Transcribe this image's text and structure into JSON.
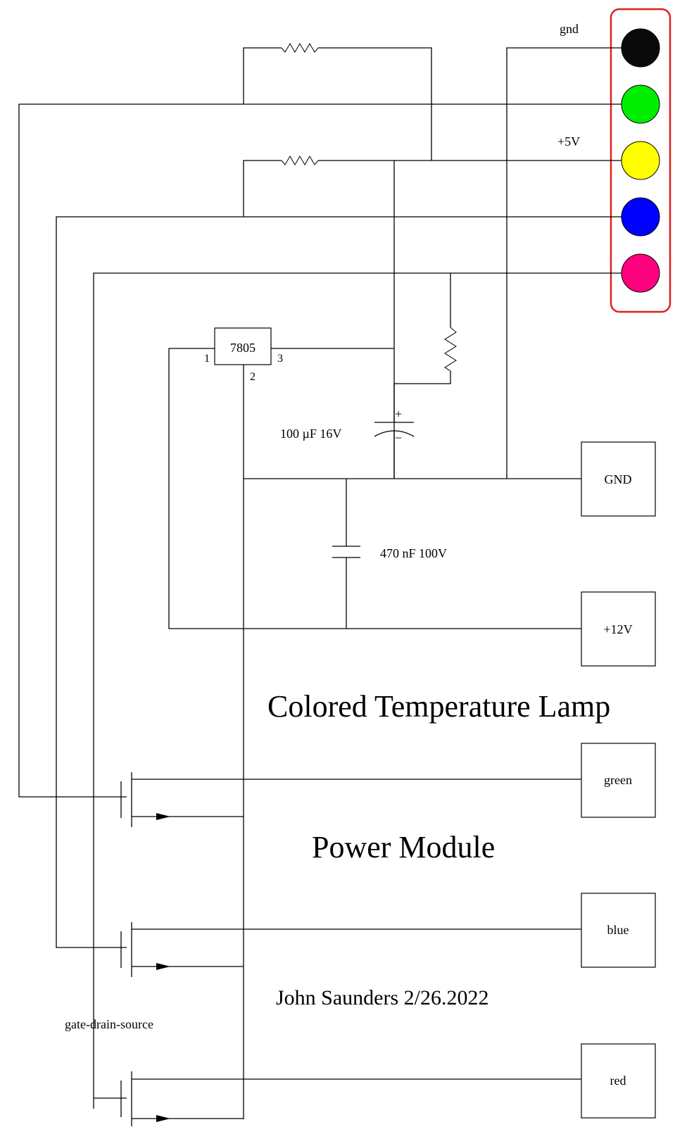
{
  "connector": {
    "border_color": "#e02020",
    "pins": [
      {
        "color": "#0a0a0a",
        "label": "gnd"
      },
      {
        "color": "#00ee00",
        "label": ""
      },
      {
        "color": "#ffff00",
        "label": "+5V"
      },
      {
        "color": "#0000ff",
        "label": ""
      },
      {
        "color": "#ff007f",
        "label": ""
      }
    ]
  },
  "regulator": {
    "name": "7805",
    "pin1": "1",
    "pin2": "2",
    "pin3": "3"
  },
  "capacitors": {
    "electrolytic": "100 µF 16V",
    "ceramic": "470 nF 100V",
    "plus_mark": "+",
    "minus_mark": "−"
  },
  "terminals": [
    "GND",
    "+12V",
    "green",
    "blue",
    "red"
  ],
  "titles": {
    "line1": "Colored Temperature Lamp",
    "line2": "Power Module",
    "author": "John Saunders 2/26.2022"
  },
  "mosfet_note": "gate-drain-source"
}
